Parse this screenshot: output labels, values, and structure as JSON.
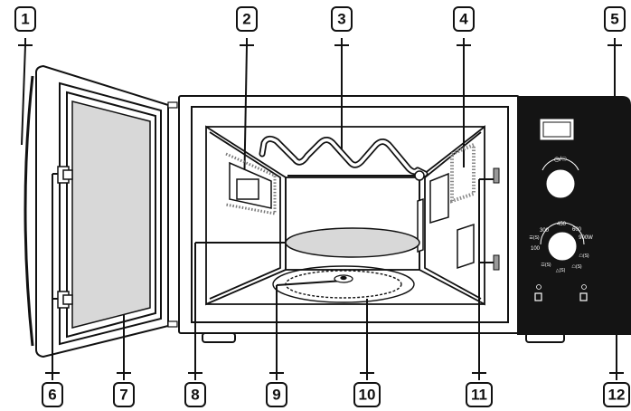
{
  "callouts": [
    "1",
    "2",
    "3",
    "4",
    "5",
    "6",
    "7",
    "8",
    "9",
    "10",
    "11",
    "12"
  ],
  "control_panel": {
    "timer_knob_label": "◷/☉",
    "power_scale": [
      "100",
      "300",
      "450",
      "600",
      "900W"
    ],
    "mode_marks": [
      "☰(S)",
      "☲(S)",
      "△(S)",
      "☖(S)",
      "☖(S)"
    ],
    "button_icons": [
      "eco-icon",
      "clock-icon"
    ]
  },
  "colors": {
    "panel": "#141414",
    "line": "#111111",
    "glass": "#d8d8d8",
    "cavity": "#ffffff"
  }
}
